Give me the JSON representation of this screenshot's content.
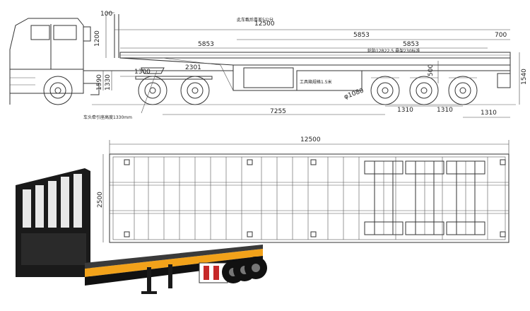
{
  "side_view": {
    "top_note": "此车載后喜差5公分",
    "dims": {
      "total_length": "12500",
      "headboard_offset": "100",
      "headboard_height": "1200",
      "span_front": "5853",
      "span_mid": "5853",
      "span_rear": "5853",
      "rear_overhang": "700",
      "height_1590": "1590",
      "height_1330": "1330",
      "kingpin_offset": "1300",
      "kingpin_mark": "2301",
      "axle_spacing_1": "1310",
      "axle_spacing_2": "1310",
      "axle_spacing_3": "1310",
      "kingpin_to_axle": "7255",
      "frame_height": "1540",
      "wheel_dia": "φ1080",
      "susp_500": "500"
    },
    "labels": {
      "tire_spec": "轮胎12R22.5 悬架230标准",
      "toolbox": "工具箱规格1.5米",
      "fifth_wheel": "车头牵引座高度1330mm"
    }
  },
  "plan_view": {
    "length": "12500",
    "width": "2500"
  },
  "photo": {
    "description_icon": "flatbed-trailer-photo"
  }
}
